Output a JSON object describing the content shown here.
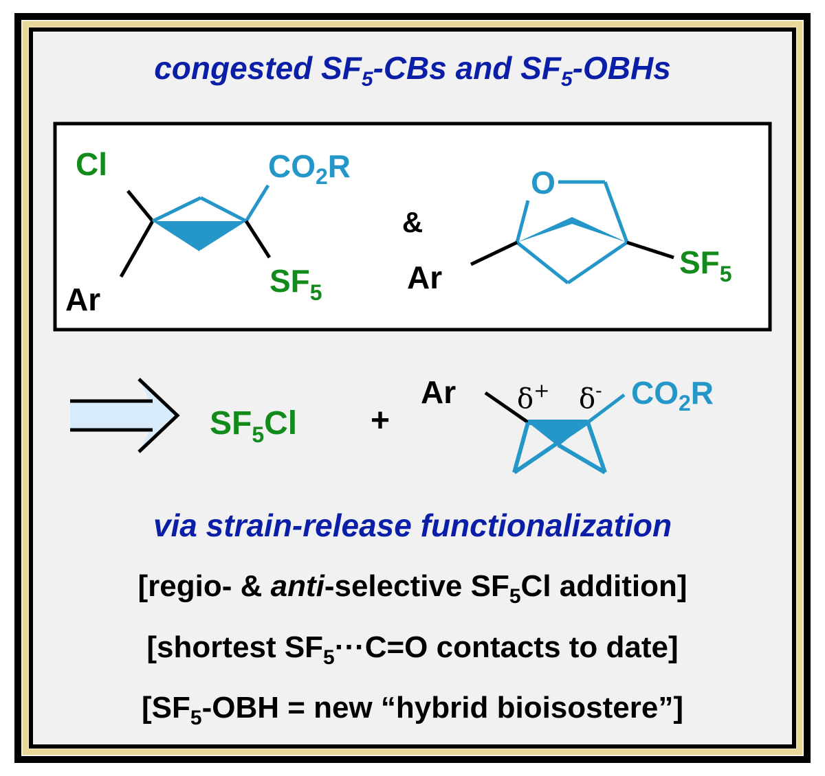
{
  "colors": {
    "title_blue": "#0a1ea8",
    "teal": "#2596c8",
    "green": "#138a1c",
    "black": "#000000",
    "panel_bg": "#f1f1f1",
    "gold": "#e9d79a",
    "arrow_fill": "#d8ebfb"
  },
  "title": {
    "prefix": "congested SF",
    "sub1": "5",
    "middle": "-CBs and SF",
    "sub2": "5",
    "suffix": "-OBHs"
  },
  "structure1": {
    "cl": "Cl",
    "co2r_main": "CO",
    "co2r_sub": "2",
    "co2r_end": "R",
    "ar": "Ar",
    "sf": "SF",
    "sf_sub": "5"
  },
  "ampersand": "&",
  "structure2": {
    "o": "O",
    "ar": "Ar",
    "sf": "SF",
    "sf_sub": "5"
  },
  "reaction": {
    "reagent_main": "SF",
    "reagent_sub": "5",
    "reagent_end": "Cl",
    "plus": "+",
    "ar": "Ar",
    "delta_plus": "δ",
    "delta_plus_sup": "+",
    "delta_minus": "δ",
    "delta_minus_sup": "-",
    "co2r_main": "CO",
    "co2r_sub": "2",
    "co2r_end": "R"
  },
  "via_line": "via strain-release functionalization",
  "bullets": {
    "line1_a": "[regio- & ",
    "line1_italic": "anti",
    "line1_b": "-selective SF",
    "line1_sub": "5",
    "line1_c": "Cl addition]",
    "line2_a": "[shortest SF",
    "line2_sub": "5",
    "line2_b": "···C=O contacts to date]",
    "line3_a": "[SF",
    "line3_sub": "5",
    "line3_b": "-OBH = new “hybrid bioisostere”]"
  }
}
